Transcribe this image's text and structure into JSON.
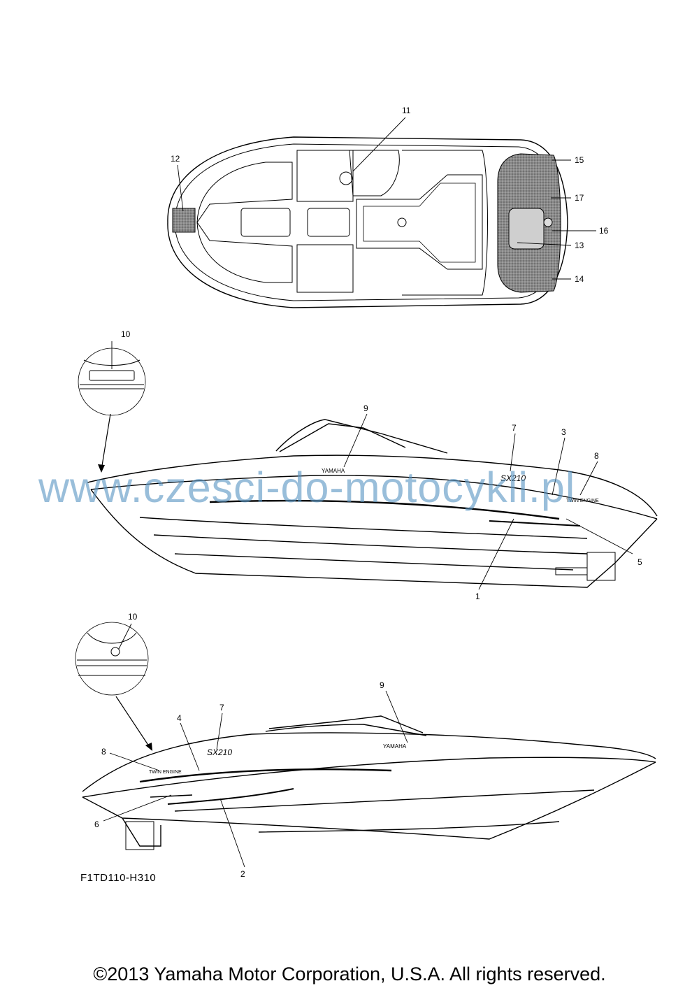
{
  "diagram": {
    "drawing_code": "F1TD110-H310",
    "copyright": "©2013 Yamaha Motor Corporation, U.S.A. All rights reserved.",
    "watermark": "www.czesci-do-motocykli.pl",
    "decal_texts": {
      "model": "SX210",
      "brand": "YAMAHA",
      "engine": "TWIN ENGINE"
    },
    "top_view": {
      "callouts": [
        "11",
        "12",
        "15",
        "17",
        "16",
        "13",
        "14"
      ]
    },
    "detail_a": {
      "callouts": [
        "10"
      ]
    },
    "side_view_a": {
      "callouts": [
        "9",
        "7",
        "3",
        "8",
        "5",
        "1"
      ]
    },
    "detail_b": {
      "callouts": [
        "10"
      ]
    },
    "side_view_b": {
      "callouts": [
        "9",
        "7",
        "4",
        "8",
        "6",
        "2"
      ]
    }
  },
  "colors": {
    "line": "#000000",
    "mat": "#777777",
    "watermark": "#5a96c3"
  }
}
